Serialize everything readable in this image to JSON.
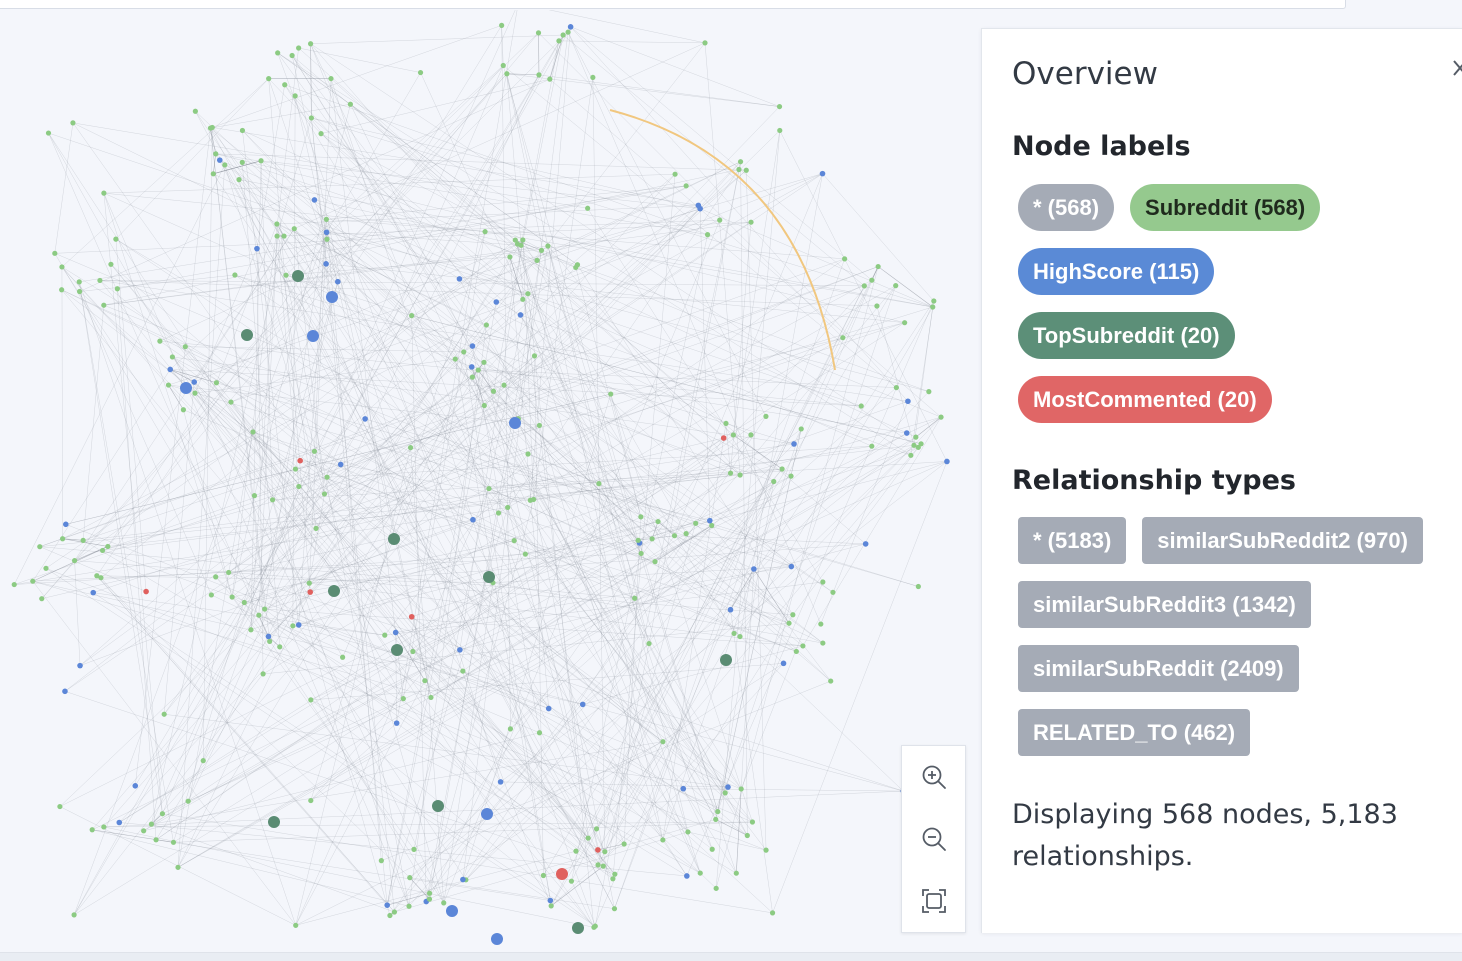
{
  "overview": {
    "title": "Overview",
    "node_labels_title": "Node labels",
    "node_labels": [
      {
        "text": "* (568)",
        "color": "#a5abb6",
        "text_color": "#ffffff"
      },
      {
        "text": "Subreddit (568)",
        "color": "#95c98e",
        "text_color": "#1f2a1d"
      },
      {
        "text": "HighScore (115)",
        "color": "#5a8ad6",
        "text_color": "#ffffff"
      },
      {
        "text": "TopSubreddit (20)",
        "color": "#5c8f78",
        "text_color": "#ffffff"
      },
      {
        "text": "MostCommented (20)",
        "color": "#e06666",
        "text_color": "#ffffff"
      }
    ],
    "relationship_types_title": "Relationship types",
    "relationship_types": [
      {
        "text": "* (5183)"
      },
      {
        "text": "similarSubReddit2 (970)"
      },
      {
        "text": "similarSubReddit3 (1342)"
      },
      {
        "text": "similarSubReddit (2409)"
      },
      {
        "text": "RELATED_TO (462)"
      }
    ],
    "relationship_color": "#a5abb6",
    "summary": "Displaying 568 nodes, 5,183 relationships."
  },
  "graph": {
    "node_colors": {
      "subreddit": "#8ccb83",
      "highscore": "#5b86d8",
      "topsubreddit": "#5a8c73",
      "mostcommented": "#e0605e"
    },
    "edge_color": "#7e848e",
    "selected_edge_color": "#f1c77f"
  },
  "zoom_controls": {
    "icons": [
      "zoom-in-icon",
      "zoom-out-icon",
      "fit-screen-icon"
    ]
  }
}
